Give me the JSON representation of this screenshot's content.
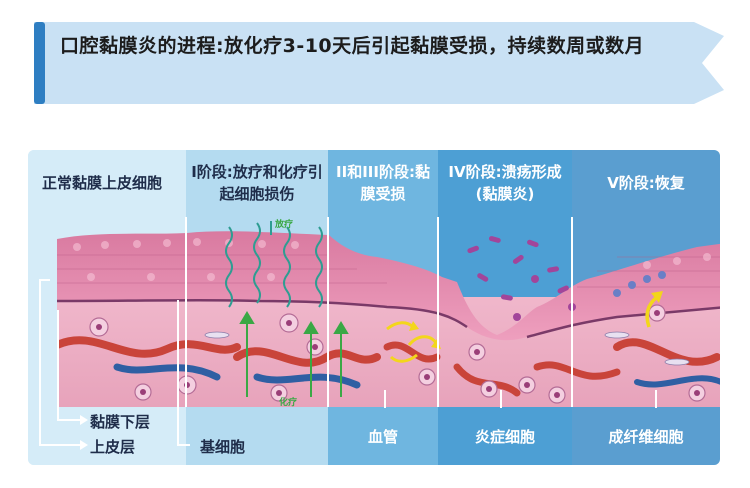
{
  "banner": {
    "title": "口腔黏膜炎的进程:放化疗3-10天后引起黏膜受损，持续数周或数月"
  },
  "stages": [
    {
      "label": "正常黏膜上皮细胞"
    },
    {
      "label": "I阶段:放疗和化疗引起细胞损伤"
    },
    {
      "label": "II和III阶段:黏膜受损"
    },
    {
      "label": "IV阶段:溃疡形成(黏膜炎)"
    },
    {
      "label": "V阶段:恢复"
    }
  ],
  "annotations": {
    "radiotherapy": "放疗",
    "chemotherapy": "化疗"
  },
  "callouts": {
    "submucosa": "黏膜下层",
    "epithelium": "上皮层",
    "basal_cells": "基细胞",
    "blood_vessel": "血管",
    "inflammatory_cells": "炎症细胞",
    "fibroblasts": "成纤维细胞"
  },
  "colors": {
    "banner_bg": "#c9e1f4",
    "accent": "#2e7ec2",
    "stage_header_text": "#ffffff",
    "tissue_pink": "#e98fb0",
    "vessel_red": "#c9443a",
    "chemo_green": "#3aa845",
    "radio_teal": "#2e9d92",
    "highlight_yellow": "#f3d61b"
  }
}
